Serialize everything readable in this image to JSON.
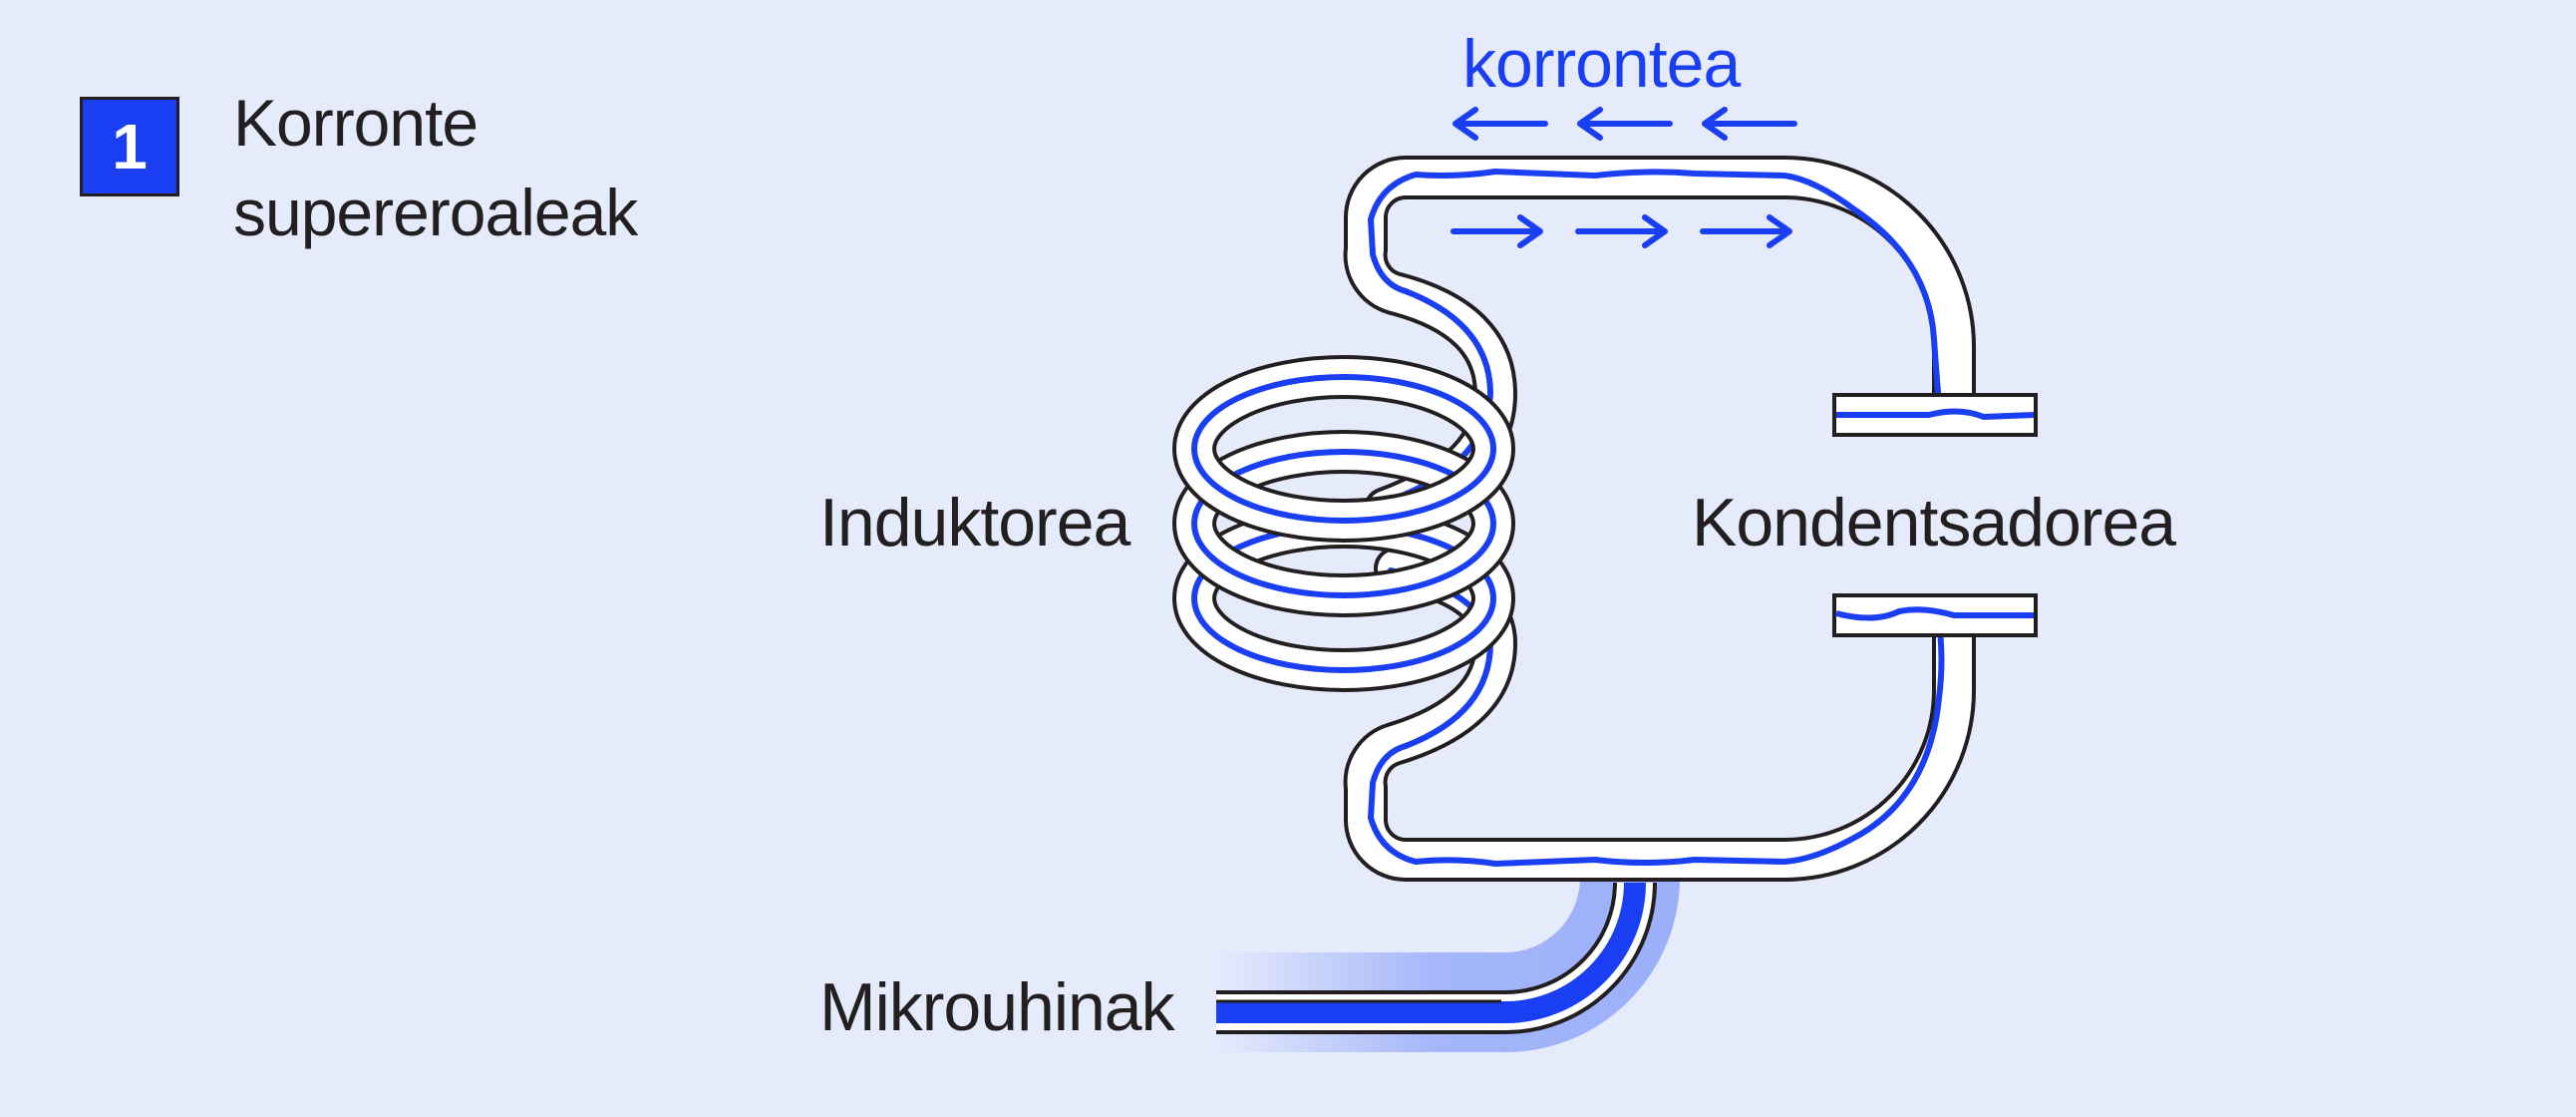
{
  "header": {
    "step_number": "1",
    "title": "Korronte\nsupereroaleak"
  },
  "labels": {
    "current": "korrontea",
    "inductor": "Induktorea",
    "capacitor": "Kondentsadorea",
    "microwaves": "Mikrouhinak"
  },
  "colors": {
    "background": "#e6ebfc",
    "accent": "#1a3ff2",
    "outline": "#231f20",
    "glow": "#9aaef9"
  }
}
